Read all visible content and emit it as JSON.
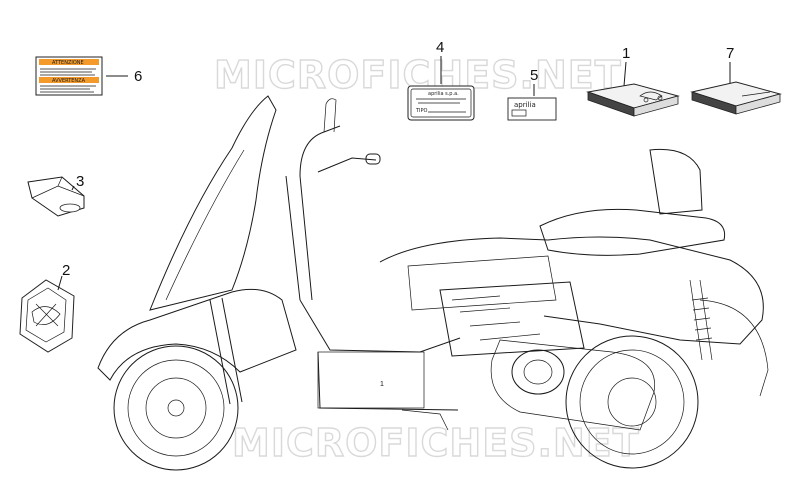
{
  "watermark": "MICROFICHES.NET",
  "callouts": [
    {
      "id": "callout-1",
      "label": "1"
    },
    {
      "id": "callout-2",
      "label": "2"
    },
    {
      "id": "callout-3",
      "label": "3"
    },
    {
      "id": "callout-4",
      "label": "4"
    },
    {
      "id": "callout-5",
      "label": "5"
    },
    {
      "id": "callout-6",
      "label": "6"
    },
    {
      "id": "callout-7",
      "label": "7"
    }
  ],
  "decals": {
    "warning_top": "ATTENZIONE",
    "warning_bottom": "AVVERTENZA",
    "plate_brand": "aprilia",
    "plate_company": "aprilia s.p.a.",
    "plate_type": "TIPO",
    "label_brand": "aprilia"
  },
  "frame_number_mark": "1"
}
